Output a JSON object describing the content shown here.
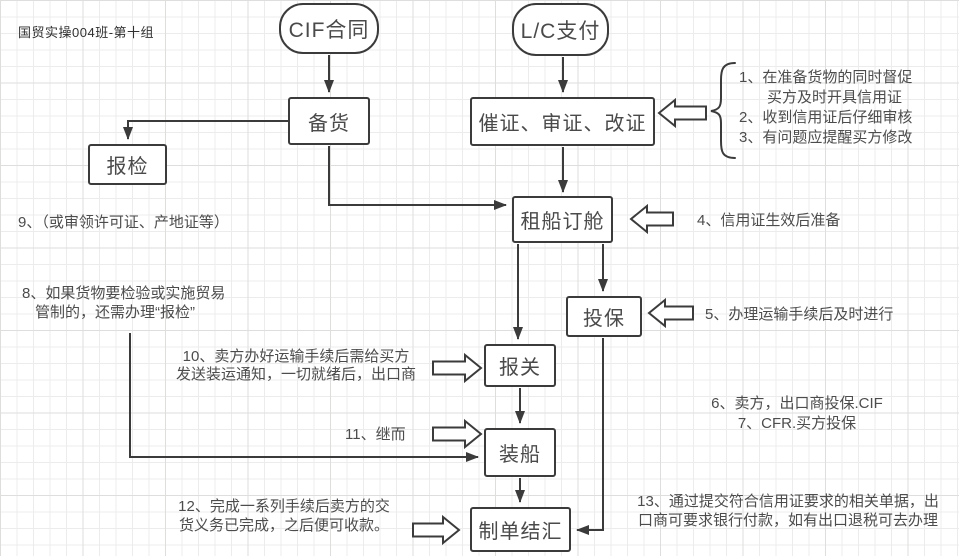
{
  "header": {
    "title": "国贸实操004班-第十组"
  },
  "diagram": {
    "nodes": {
      "cif_contract": "CIF合同",
      "lc_payment": "L/C支付",
      "prepare_goods": "备货",
      "inspection": "报检",
      "urge_review_amend_lc": "催证、审证、改证",
      "charter_booking": "租船订舱",
      "insure": "投保",
      "customs_declaration": "报关",
      "shipment": "装船",
      "docs_settlement": "制单结汇"
    },
    "notes": {
      "n1a": "1、在准备货物的同时督促",
      "n1b": "买方及时开具信用证",
      "n2": "2、收到信用证后仔细审核",
      "n3": "3、有问题应提醒买方修改",
      "n4": "4、信用证生效后准备",
      "n5": "5、办理运输手续后及时进行",
      "n6": "6、卖方，出口商投保.CIF",
      "n7": "7、CFR.买方投保",
      "n8a": "8、如果货物要检验或实施贸易",
      "n8b": "管制的，还需办理“报检”",
      "n9": "9、（或审领许可证、产地证等）",
      "n10a": "10、卖方办好运输手续后需给买方",
      "n10b": "发送装运通知，一切就绪后，出口商",
      "n11": "11、继而",
      "n12a": "12、完成一系列手续后卖方的交",
      "n12b": "货义务已完成，之后便可收款。",
      "n13a": "13、通过提交符合信用证要求的相关单据，出",
      "n13b": "口商可要求银行付款，如有出口退税可去办理"
    },
    "colors": {
      "stroke": "#3b3b3b",
      "grid": "#ececec",
      "text": "#4a4a4a"
    }
  }
}
